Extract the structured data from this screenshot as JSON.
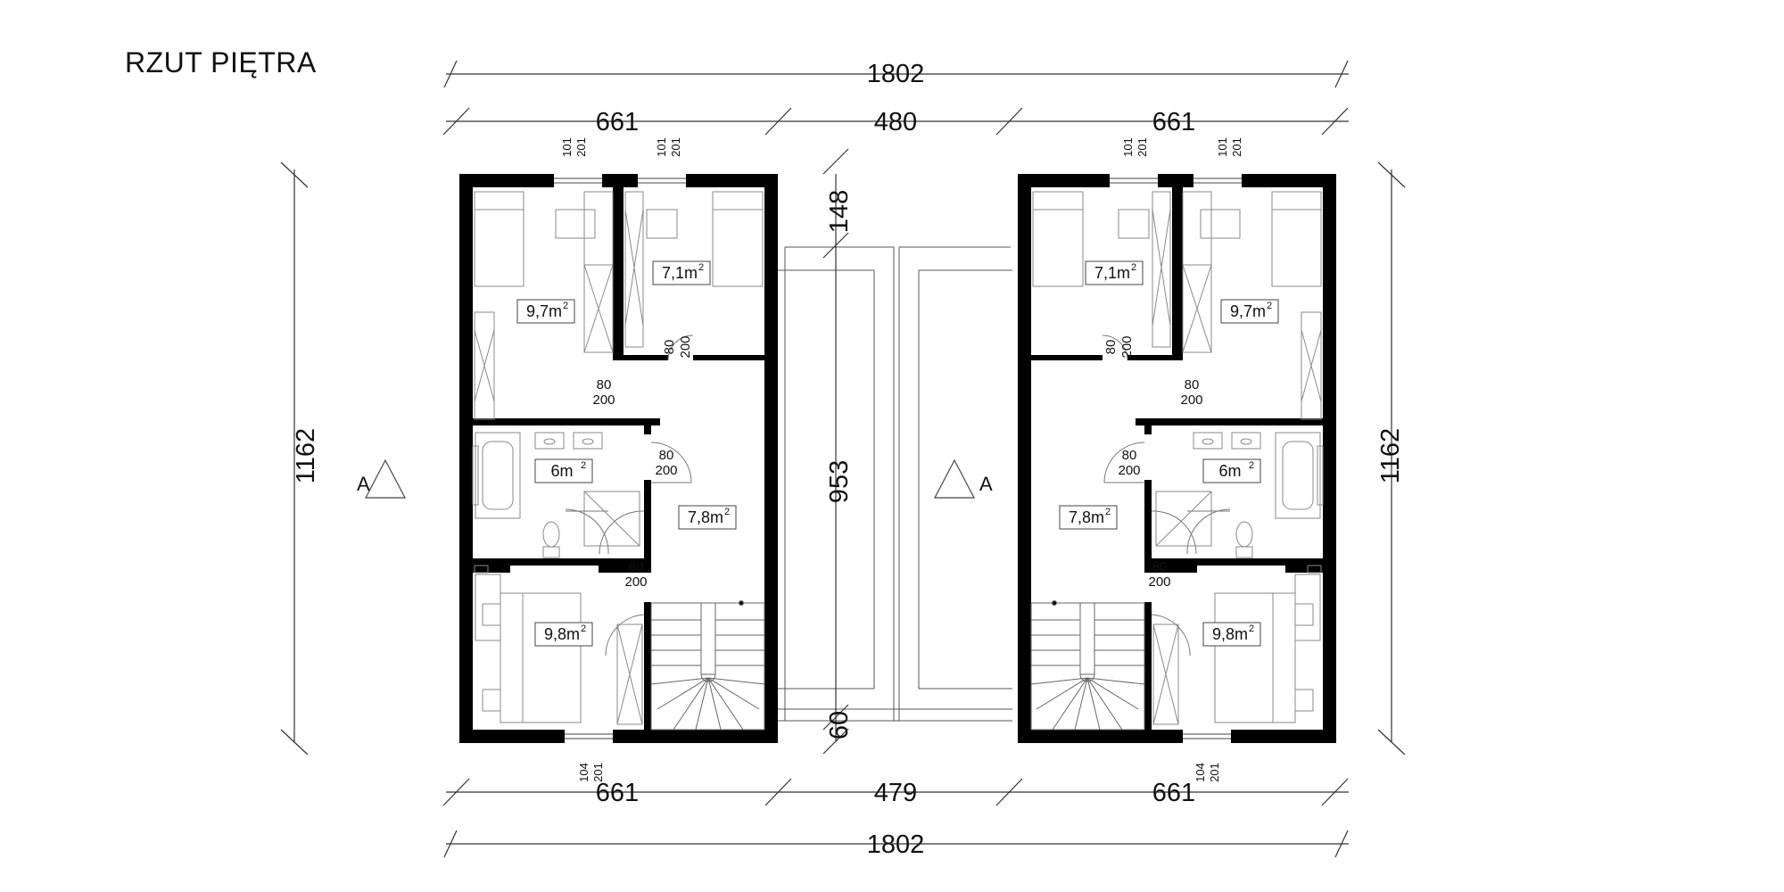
{
  "title": "RZUT PIĘTRA",
  "dimensions": {
    "top_total": "1802",
    "top_left": "661",
    "top_middle": "480",
    "top_right": "661",
    "bottom_left": "661",
    "bottom_middle": "479",
    "bottom_right": "661",
    "bottom_total": "1802",
    "height_left": "1162",
    "height_right": "1162",
    "middle_top": "148",
    "middle_main": "953",
    "middle_bottom": "60"
  },
  "section_marker": "A",
  "area_unit": "m",
  "area_unit_power": "2",
  "units": [
    {
      "rooms": [
        {
          "area": "9,7"
        },
        {
          "area": "7,1"
        },
        {
          "area": "6"
        },
        {
          "area": "7,8"
        },
        {
          "area": "9,8"
        }
      ],
      "doors": [
        {
          "width": "80",
          "height": "200"
        },
        {
          "width": "80",
          "height": "200"
        },
        {
          "width": "80",
          "height": "200"
        },
        {
          "width": "80",
          "height": "200"
        }
      ],
      "windows_top": [
        {
          "width": "101",
          "height": "201"
        },
        {
          "width": "101",
          "height": "201"
        }
      ],
      "window_bottom": {
        "width": "104",
        "height": "201"
      }
    },
    {
      "rooms": [
        {
          "area": "7,1"
        },
        {
          "area": "9,7"
        },
        {
          "area": "6"
        },
        {
          "area": "7,8"
        },
        {
          "area": "9,8"
        }
      ],
      "doors": [
        {
          "width": "80",
          "height": "200"
        },
        {
          "width": "80",
          "height": "200"
        },
        {
          "width": "80",
          "height": "200"
        },
        {
          "width": "80",
          "height": "200"
        }
      ],
      "windows_top": [
        {
          "width": "101",
          "height": "201"
        },
        {
          "width": "101",
          "height": "201"
        }
      ],
      "window_bottom": {
        "width": "104",
        "height": "201"
      }
    }
  ],
  "colors": {
    "wall": "#000000",
    "line": "#333333",
    "furniture": "#8a8a8a"
  }
}
